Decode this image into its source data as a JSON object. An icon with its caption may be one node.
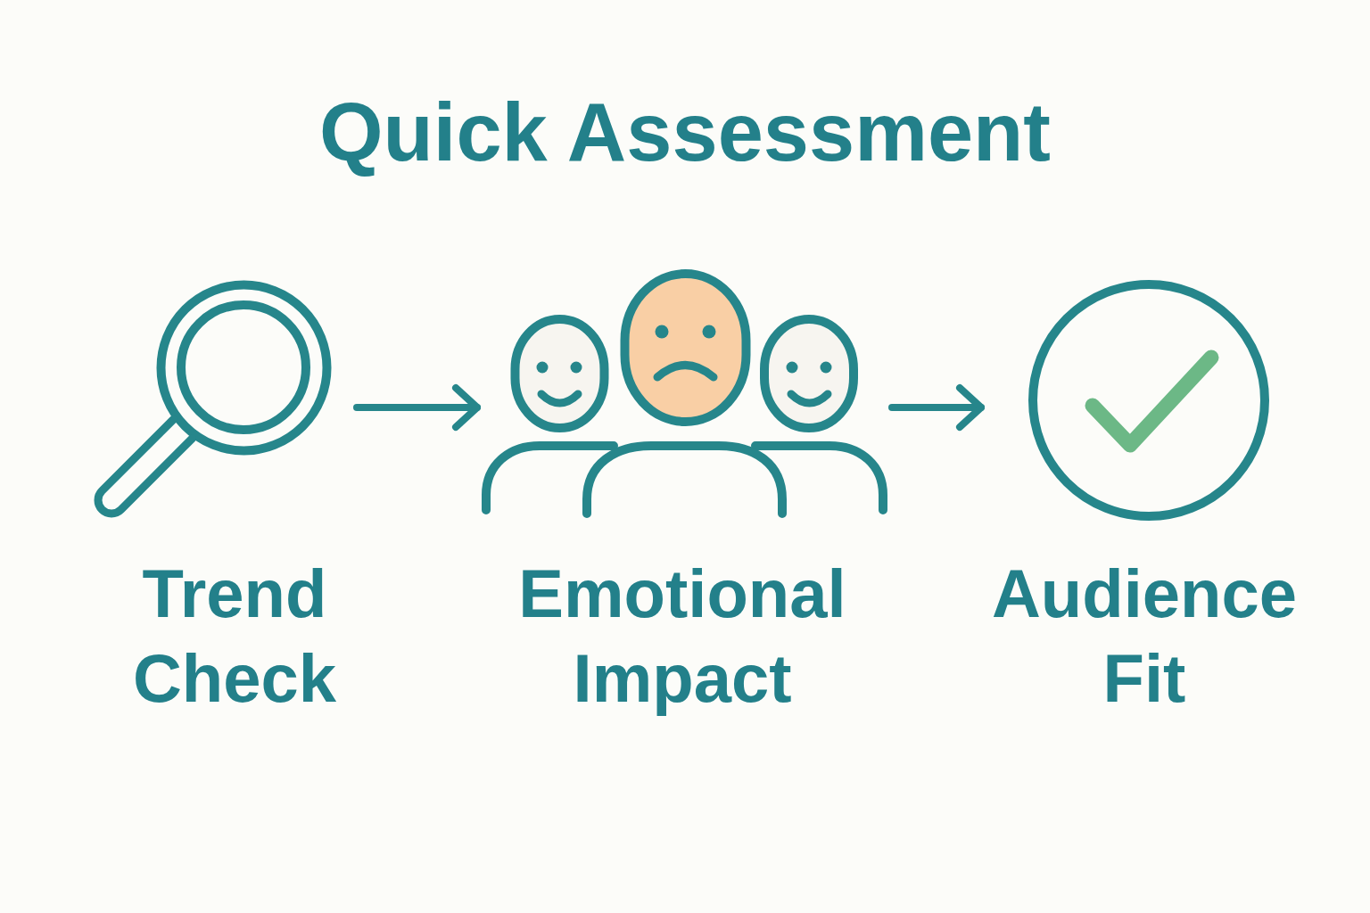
{
  "diagram": {
    "title": "Quick Assessment",
    "nodes": [
      {
        "text": [
          "Trend Check"
        ]
      },
      {
        "text": [
          "Emotional Impact"
        ]
      },
      {
        "text": [
          "Audience Fit"
        ]
      }
    ],
    "edges": [
      {
        "from": 0,
        "to": 1,
        "arrow": "to"
      },
      {
        "from": 1,
        "to": 2,
        "arrow": "to"
      }
    ]
  }
}
